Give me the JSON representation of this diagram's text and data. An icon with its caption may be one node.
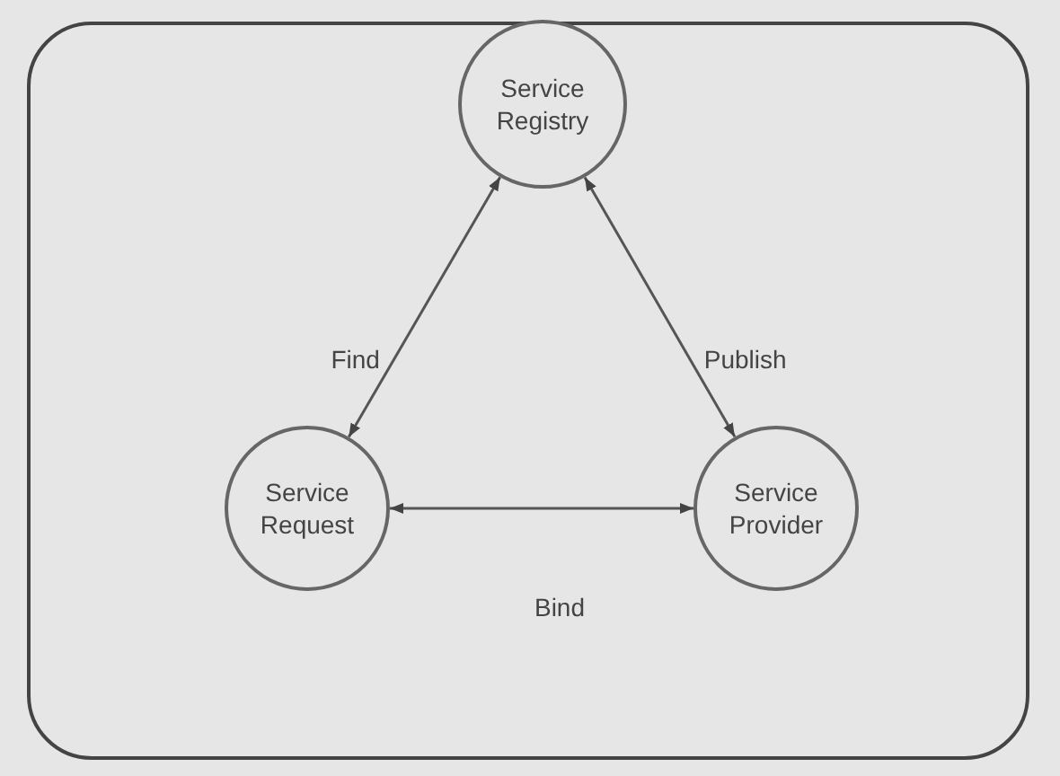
{
  "diagram": {
    "nodes": [
      {
        "text": [
          "Service Registry"
        ]
      },
      {
        "text": [
          "Service Request"
        ]
      },
      {
        "text": [
          "Service Provider"
        ]
      }
    ],
    "edges": [
      {
        "from": 0,
        "to": 1,
        "label": "Find",
        "arrow": "both"
      },
      {
        "from": 0,
        "to": 2,
        "label": "Publish",
        "arrow": "both"
      },
      {
        "from": 1,
        "to": 2,
        "label": "Bind",
        "arrow": "both"
      }
    ]
  }
}
